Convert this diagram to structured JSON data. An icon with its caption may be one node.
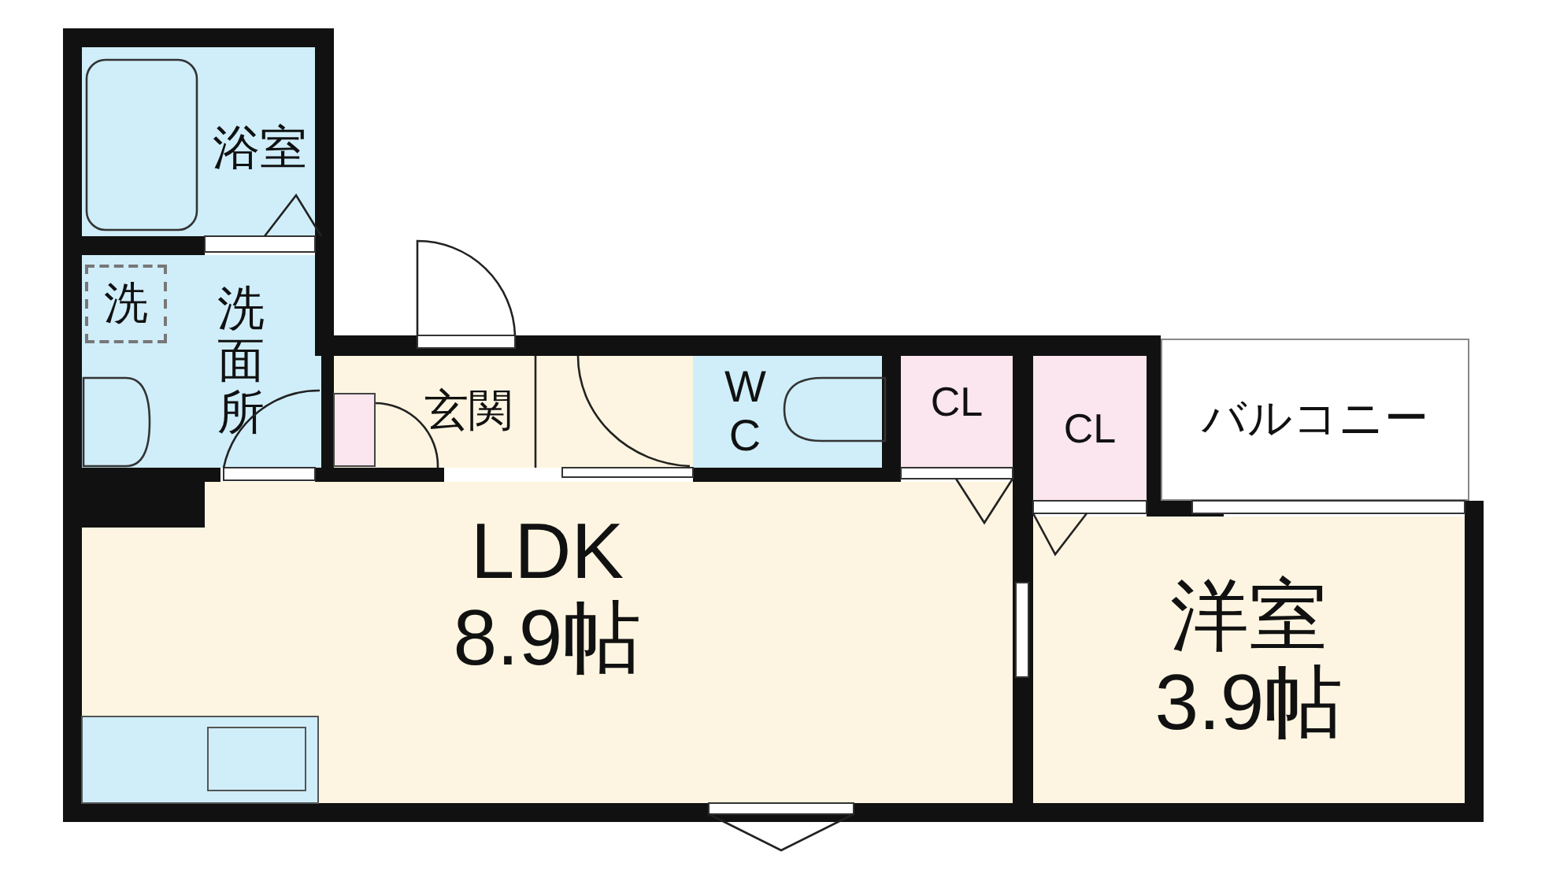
{
  "diagram": {
    "nodes": [
      {
        "text": [
          "浴室"
        ]
      },
      {
        "text": [
          "洗面所"
        ]
      },
      {
        "text": [
          "洗"
        ],
        "in": 1
      },
      {
        "text": [
          "玄関"
        ]
      },
      {
        "text": [
          "W C"
        ]
      },
      {
        "text": [
          "CL"
        ]
      },
      {
        "text": [
          "CL"
        ]
      },
      {
        "text": [
          "バルコニー"
        ]
      },
      {
        "text": [
          "LDK",
          "8.9帖"
        ]
      },
      {
        "text": [
          "洋室",
          "3.9帖"
        ]
      }
    ]
  }
}
